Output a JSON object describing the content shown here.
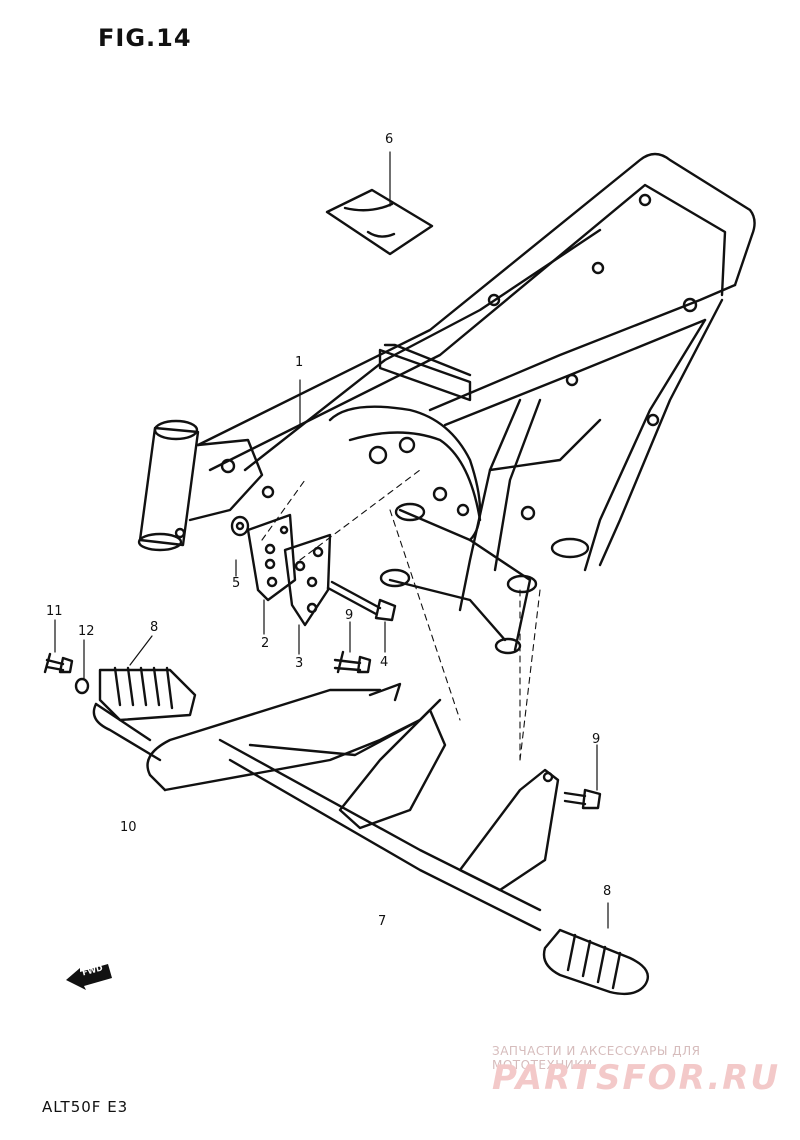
{
  "figure": {
    "title": "FIG.14",
    "model_code": "ALT50F E3"
  },
  "callouts": [
    {
      "id": "c1",
      "label": "1"
    },
    {
      "id": "c2",
      "label": "2"
    },
    {
      "id": "c3",
      "label": "3"
    },
    {
      "id": "c4",
      "label": "4"
    },
    {
      "id": "c5",
      "label": "5"
    },
    {
      "id": "c6",
      "label": "6"
    },
    {
      "id": "c7",
      "label": "7"
    },
    {
      "id": "c8a",
      "label": "8"
    },
    {
      "id": "c8b",
      "label": "8"
    },
    {
      "id": "c9a",
      "label": "9"
    },
    {
      "id": "c9b",
      "label": "9"
    },
    {
      "id": "c10",
      "label": "10"
    },
    {
      "id": "c11",
      "label": "11"
    },
    {
      "id": "c12",
      "label": "12"
    }
  ],
  "direction_badge": {
    "label": "FWD"
  },
  "watermark": {
    "tagline": "ЗАПЧАСТИ И АКСЕССУАРЫ ДЛЯ МОТОТЕХНИКИ",
    "logo": "PARTSFOR.RU"
  }
}
